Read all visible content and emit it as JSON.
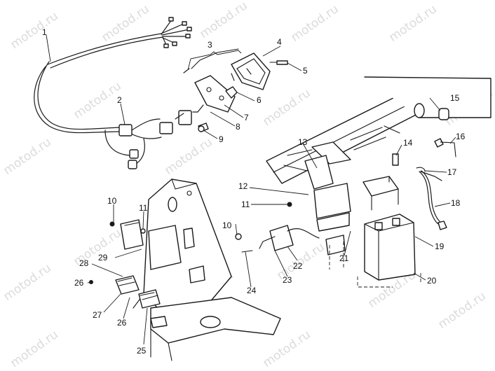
{
  "watermark": "motod.ru",
  "callouts": [
    "1",
    "2",
    "3",
    "4",
    "5",
    "6",
    "7",
    "8",
    "9",
    "10",
    "11",
    "12",
    "13",
    "14",
    "15",
    "16",
    "17",
    "18",
    "19",
    "20",
    "21",
    "22",
    "23",
    "24",
    "25",
    "26",
    "27",
    "28",
    "29",
    "10",
    "11",
    "26"
  ]
}
